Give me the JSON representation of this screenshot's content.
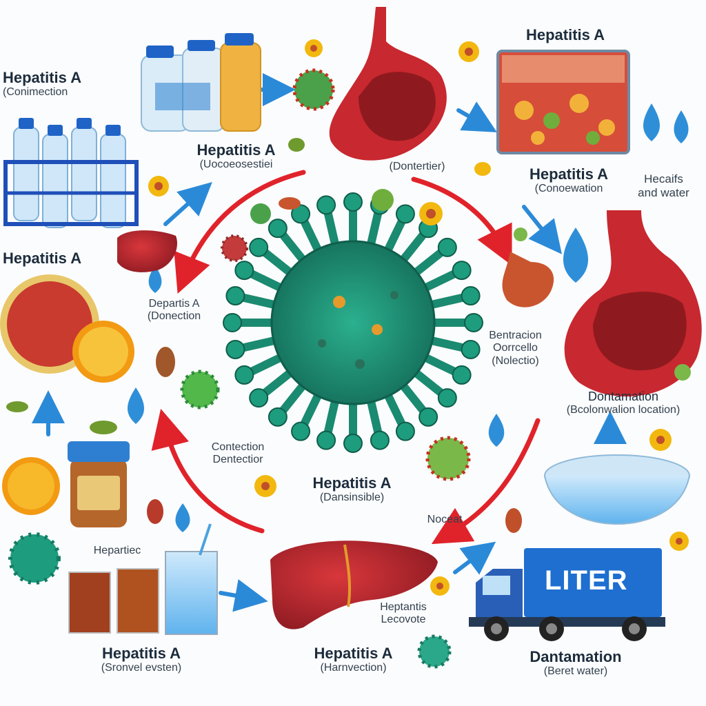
{
  "center_label": {
    "title": "Hepatitis A",
    "sub": "(Dansinsible)"
  },
  "labels": [
    {
      "id": "tl",
      "title": "Hepatitis A",
      "sub": "(Conimection"
    },
    {
      "id": "bottles",
      "title": "Hepatitis A",
      "sub": "(Uocoeosestiei"
    },
    {
      "id": "top_mid",
      "title": "",
      "sub": "(Dontertier)"
    },
    {
      "id": "top_right",
      "title": "Hepatitis A",
      "sub": ""
    },
    {
      "id": "right_mid",
      "title": "Hepatitis A",
      "sub": "(Conoewation"
    },
    {
      "id": "water_note",
      "title": "Hecaifs",
      "sub": "and water"
    },
    {
      "id": "left_mid",
      "title": "Hepatitis A",
      "sub": ""
    },
    {
      "id": "left_drop",
      "title": "Departis A",
      "sub": "(Donection"
    },
    {
      "id": "right_center",
      "title": "",
      "sub": "Bentracion Oorrcello (Nolectio)"
    },
    {
      "id": "contam",
      "title": "Dontamation",
      "sub": "(Bcolonwalion location)"
    },
    {
      "id": "left_center",
      "title": "",
      "sub": "Contection Dentectior"
    },
    {
      "id": "hepartiec",
      "title": "",
      "sub": "Hepartiec"
    },
    {
      "id": "bl",
      "title": "Hepatitis A",
      "sub": "(Sronvel evsten)"
    },
    {
      "id": "bc",
      "title": "Hepatitis A",
      "sub": "(Harnvection)"
    },
    {
      "id": "liver_note",
      "title": "",
      "sub": "Heptantis Lecovote"
    },
    {
      "id": "br",
      "title": "Dantamation",
      "sub": "(Beret water)"
    },
    {
      "id": "nocear",
      "title": "",
      "sub": "Noceat"
    }
  ],
  "truck_label": "LITER",
  "colors": {
    "virus": "#1e9c7e",
    "arrow_red": "#e0232a",
    "arrow_blue": "#2b8ad8",
    "liver": "#b4232b",
    "water": "#2e8fd8",
    "orange": "#f39a14",
    "truck_blue": "#1e6fd0"
  }
}
